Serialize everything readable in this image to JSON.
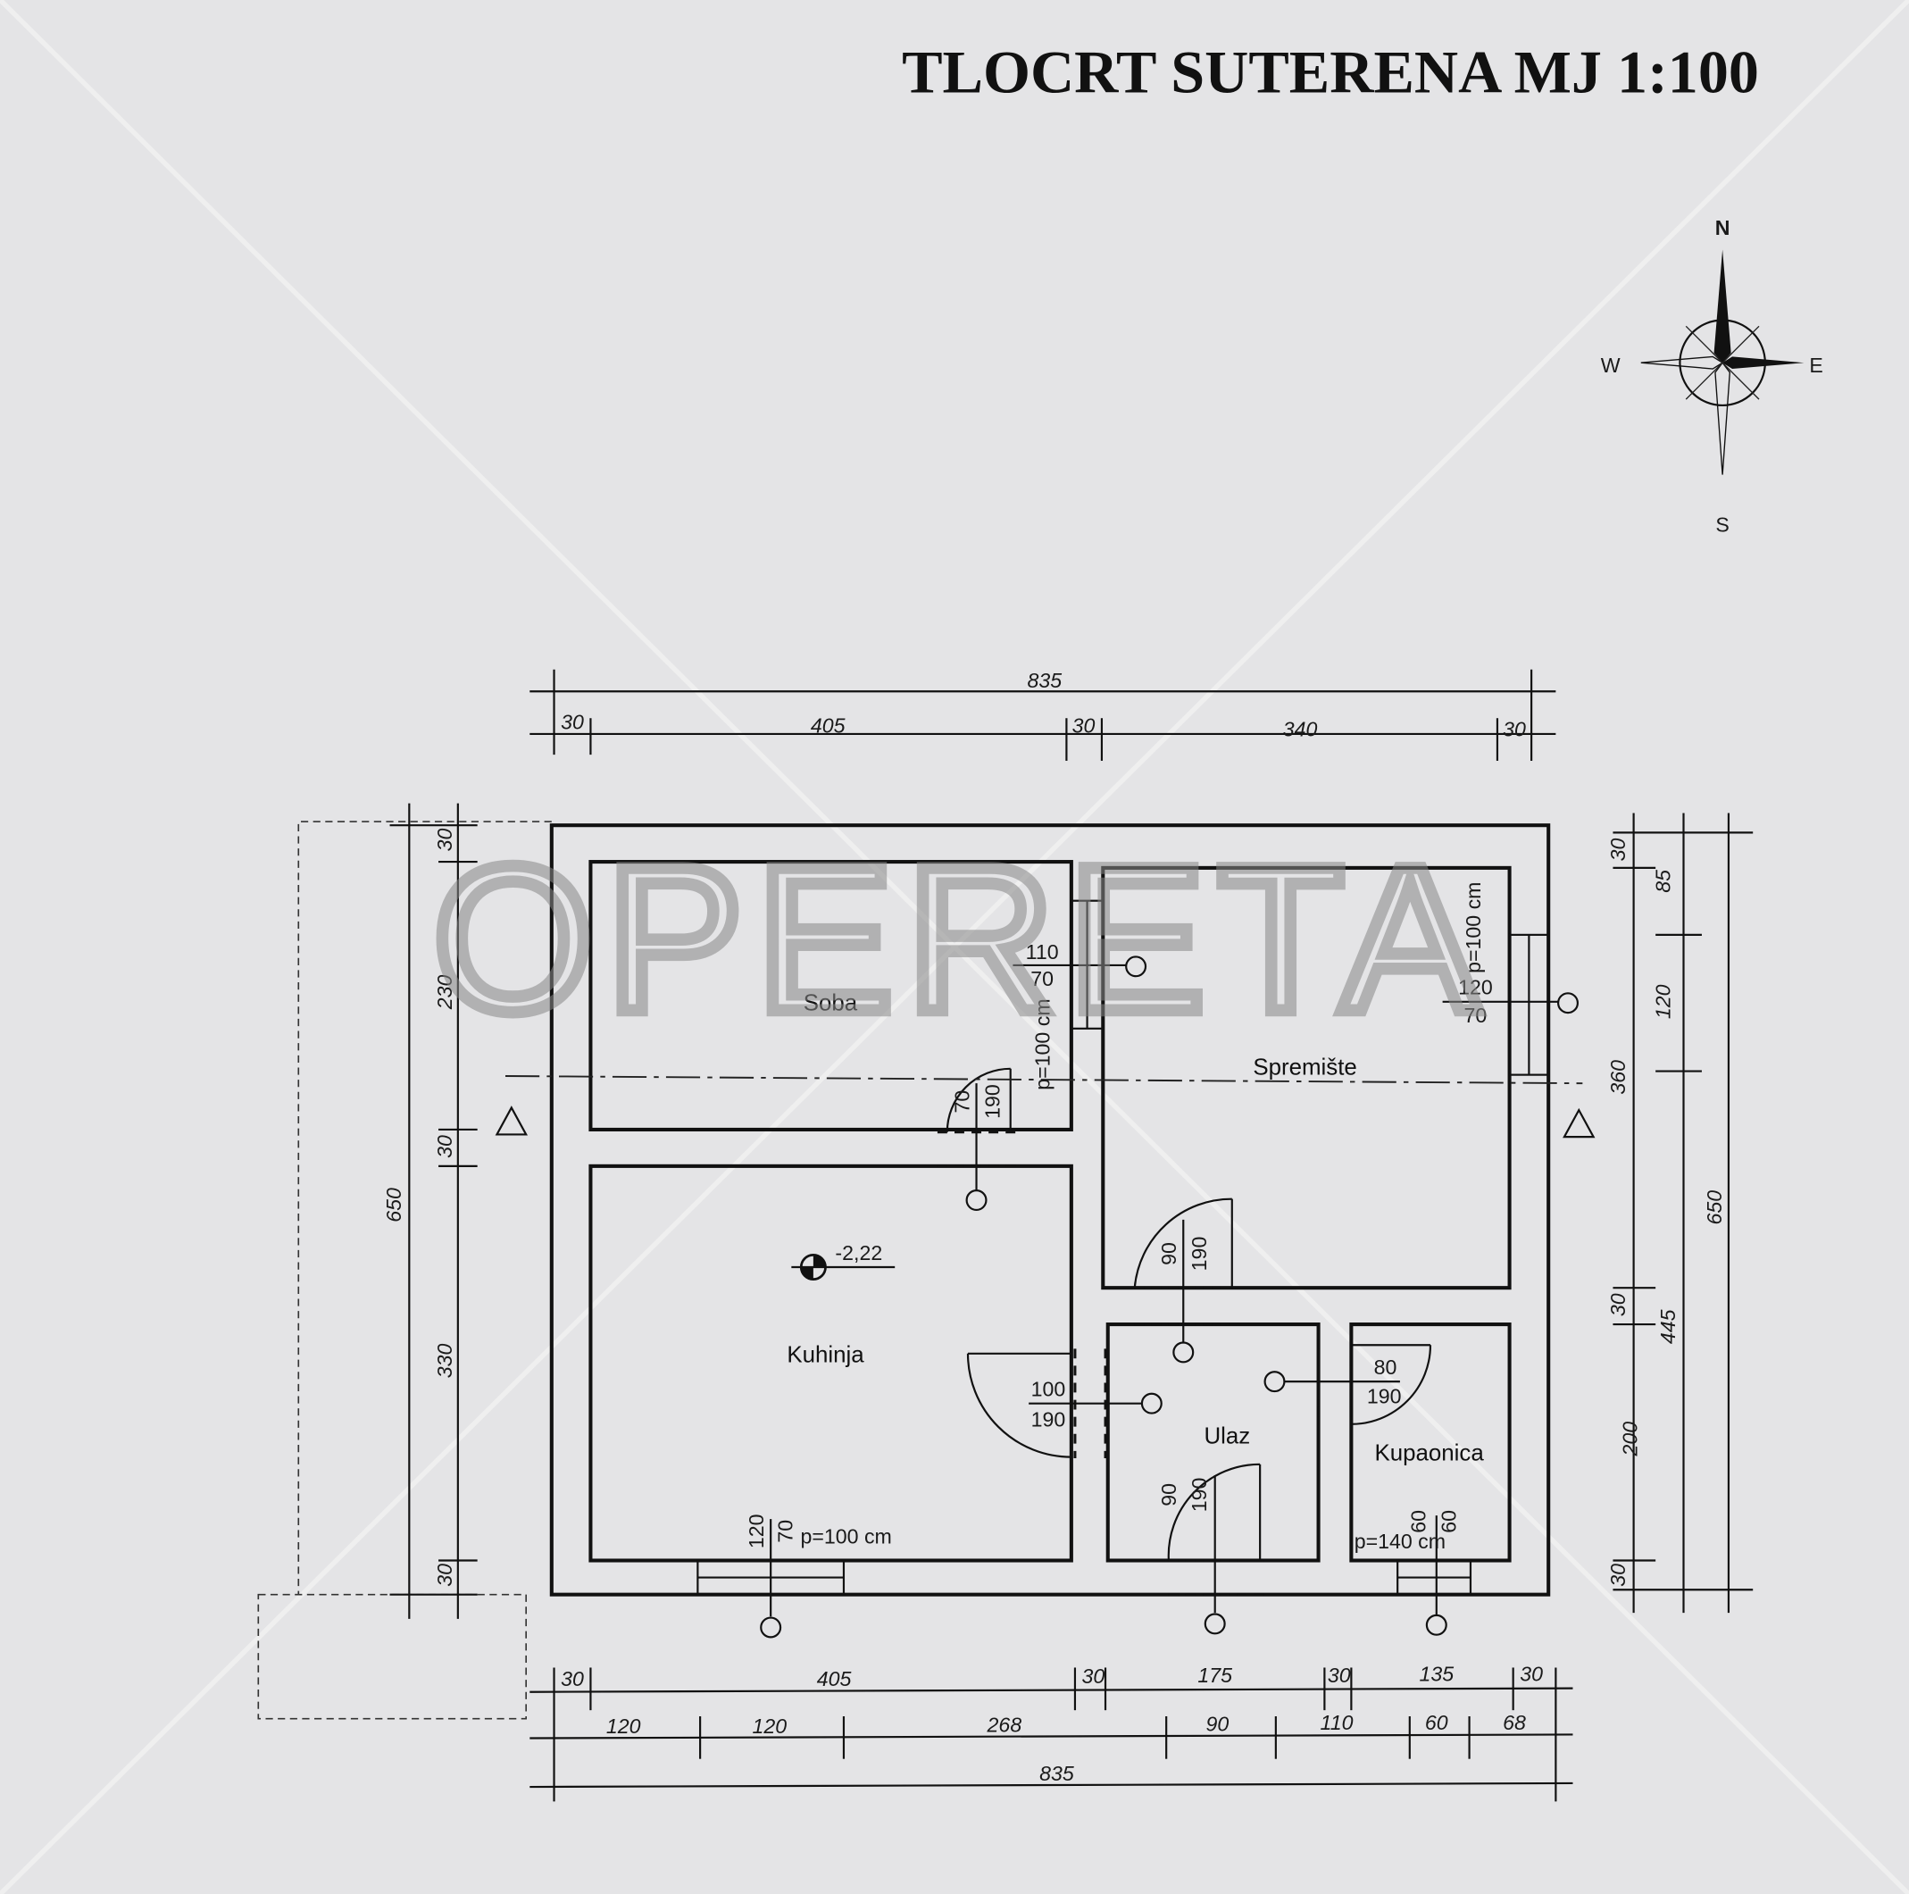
{
  "title": "TLOCRT SUTERENA MJ 1:100",
  "watermark": "OPERETA",
  "compass": {
    "n": "N",
    "w": "W",
    "e": "E",
    "s": "S"
  },
  "rooms": {
    "soba": "Soba",
    "spremiste": "Spremište",
    "kuhinja": "Kuhinja",
    "ulaz": "Ulaz",
    "kupaonica": "Kupaonica"
  },
  "level": "-2,22",
  "openings": {
    "w1_w": "110",
    "w1_h": "70",
    "w1_p": "p=100 cm",
    "d1_w": "70",
    "d1_h": "190",
    "w2_p": "p=100 cm",
    "w2_w": "120",
    "w2_h": "70",
    "d2_w": "90",
    "d2_h": "190",
    "d3_w": "100",
    "d3_h": "190",
    "d4_w": "80",
    "d4_h": "190",
    "d5_w": "90",
    "d5_h": "190",
    "w3_w": "120",
    "w3_h": "70",
    "w3_p": "p=100 cm",
    "w4_w": "60",
    "w4_h": "60",
    "w4_p": "p=140 cm"
  },
  "dims": {
    "top_total": "835",
    "top": [
      "30",
      "405",
      "30",
      "340",
      "30"
    ],
    "left_total": "650",
    "left": [
      "30",
      "230",
      "30",
      "330",
      "30"
    ],
    "right_total": "650",
    "right_mid": [
      "360",
      "445"
    ],
    "right": [
      "30",
      "85",
      "120",
      "30",
      "200",
      "30"
    ],
    "bottom1": [
      "30",
      "405",
      "30",
      "175",
      "30",
      "135",
      "30"
    ],
    "bottom2": [
      "120",
      "120",
      "268",
      "90",
      "110",
      "60",
      "68"
    ],
    "bottom_total": "835"
  }
}
